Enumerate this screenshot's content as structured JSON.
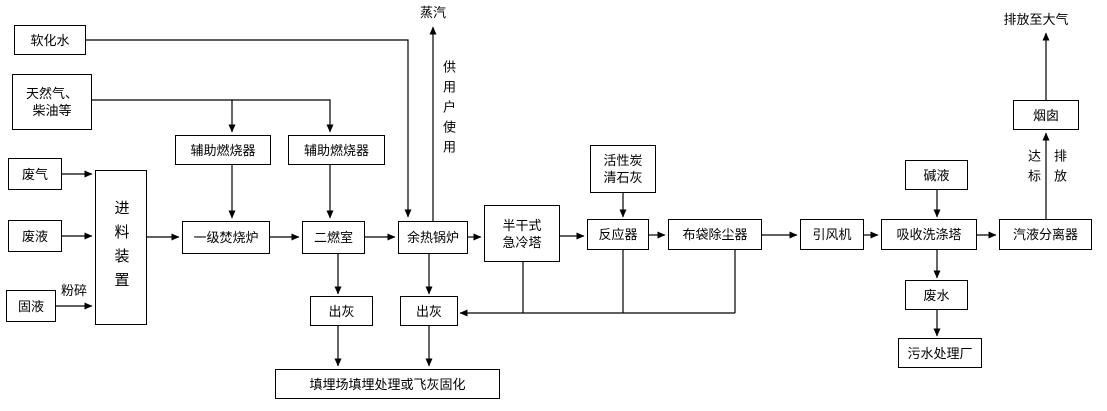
{
  "diagram": {
    "boxes": {
      "softened_water": {
        "label": "软化水"
      },
      "natural_gas": {
        "line1": "天然气、",
        "line2": "柴油等"
      },
      "waste_gas": {
        "label": "废气"
      },
      "waste_liquid": {
        "label": "废液"
      },
      "solid_waste": {
        "label": "固液"
      },
      "feeder": {
        "label": "进料装置"
      },
      "burner1": {
        "label": "辅助燃烧器"
      },
      "burner2": {
        "label": "辅助燃烧器"
      },
      "incinerator": {
        "label": "一级焚烧炉"
      },
      "secondary_chamber": {
        "label": "二燃室"
      },
      "boiler": {
        "label": "余热锅炉"
      },
      "quench": {
        "line1": "半干式",
        "line2": "急冷塔"
      },
      "reactor": {
        "label": "反应器"
      },
      "bag_filter": {
        "label": "布袋除尘器"
      },
      "fan": {
        "label": "引风机"
      },
      "scrubber": {
        "label": "吸收洗涤塔"
      },
      "separator": {
        "label": "汽液分离器"
      },
      "carbon_lime": {
        "line1": "活性炭",
        "line2": "清石灰"
      },
      "alkali": {
        "label": "碱液"
      },
      "chimney": {
        "label": "烟囱"
      },
      "ash1": {
        "label": "出灰"
      },
      "ash2": {
        "label": "出灰"
      },
      "landfill": {
        "label": "填埋场填埋处理或飞灰固化"
      },
      "wastewater": {
        "label": "废水"
      },
      "sewage_plant": {
        "label": "污水处理厂"
      }
    },
    "labels": {
      "steam": "蒸汽",
      "for_users": "供用户使用",
      "to_atmosphere": "排放至大气",
      "standard_col1": "达标",
      "standard_col2": "排放",
      "crushing": "粉碎"
    },
    "colors": {
      "line": "#000000",
      "box_border": "#000000",
      "background": "#ffffff"
    }
  }
}
